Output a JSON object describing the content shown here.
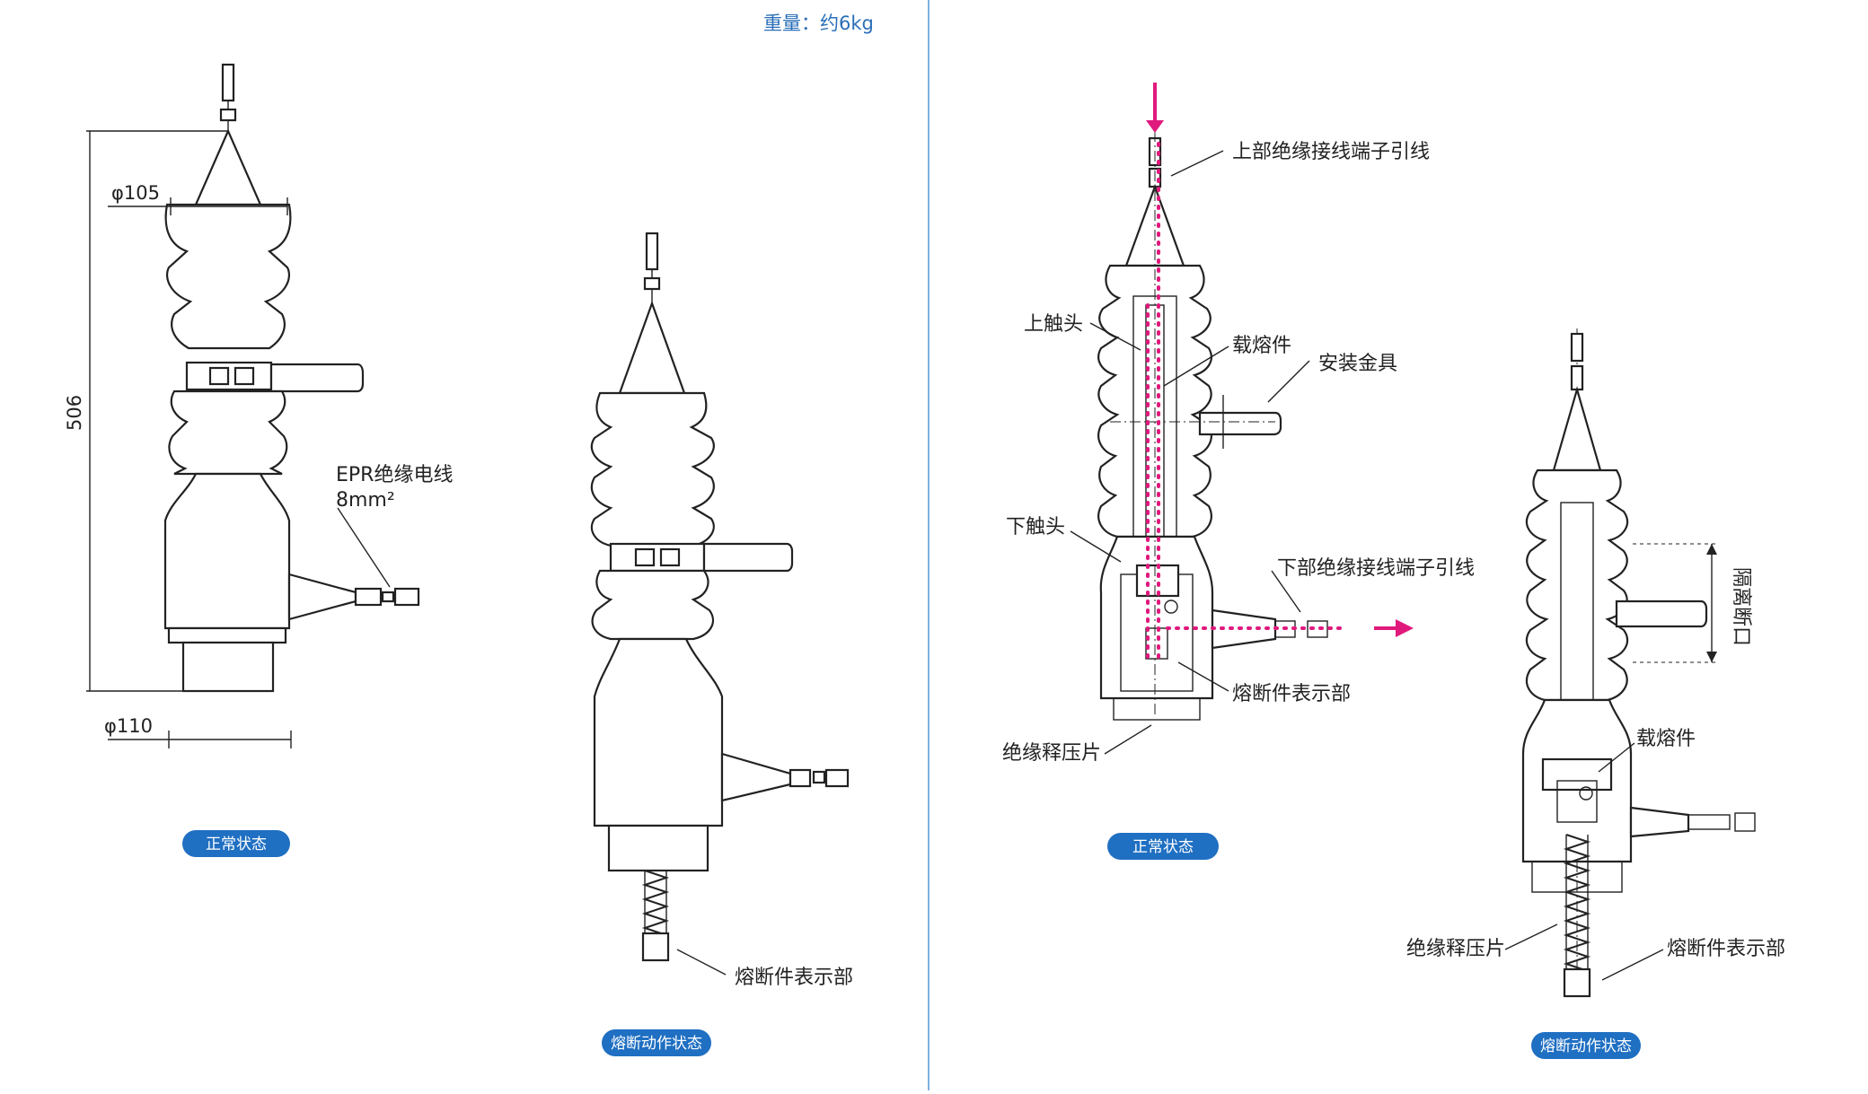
{
  "header": {
    "weight": "重量：约6kg"
  },
  "left": {
    "dims": {
      "top_dia": "φ105",
      "height": "506",
      "bottom_dia": "φ110"
    },
    "cable_label_line1": "EPR绝缘电线",
    "cable_label_line2": "8mm²",
    "normal_badge": "正常状态",
    "blown_badge": "熔断动作状态",
    "fuse_indicator": "熔断件表示部"
  },
  "right": {
    "upper_terminal": "上部绝缘接线端子引线",
    "upper_contact": "上触头",
    "fuse_carrier": "载熔件",
    "mounting": "安装金具",
    "lower_contact": "下触头",
    "lower_terminal": "下部绝缘接线端子引线",
    "fuse_indicator": "熔断件表示部",
    "pressure_plate": "绝缘释压片",
    "normal_badge": "正常状态",
    "isolation_gap": "隔离断口",
    "fuse_carrier2": "载熔件",
    "pressure_plate2": "绝缘释压片",
    "fuse_indicator2": "熔断件表示部",
    "blown_badge": "熔断动作状态"
  },
  "colors": {
    "accent": "#1f6fc2",
    "current_path": "#e0197d",
    "divider": "#7fb0e0"
  }
}
